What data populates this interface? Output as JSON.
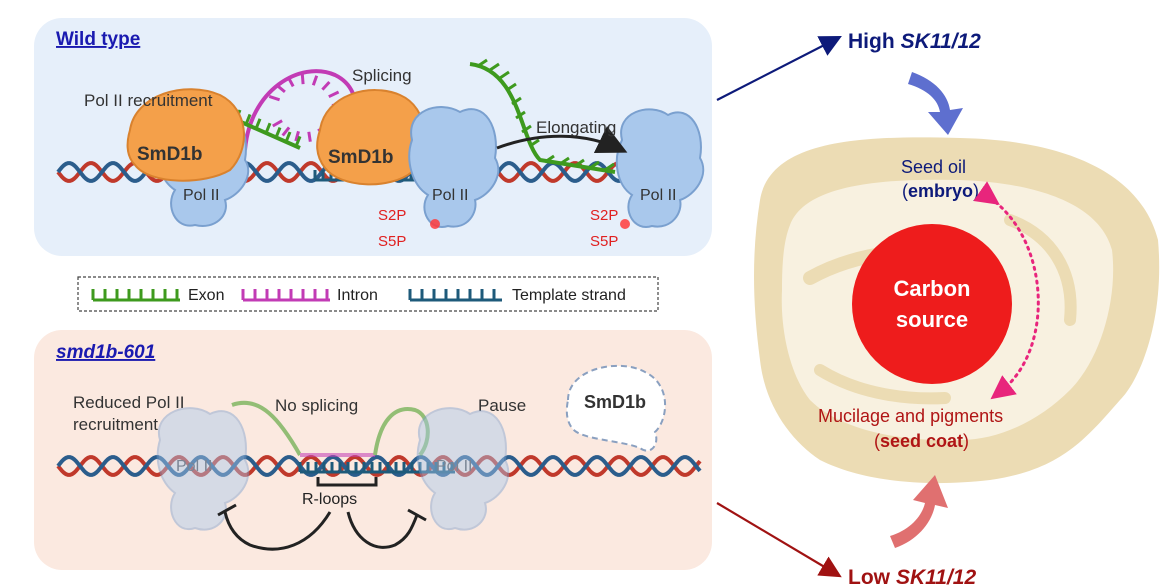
{
  "wild_type": {
    "title": "Wild type",
    "pol2_recruitment": "Pol II recruitment",
    "splicing": "Splicing",
    "elongating": "Elongating",
    "smd1b": "SmD1b",
    "pol2": "Pol II",
    "s2p": "S2P",
    "s5p": "S5P"
  },
  "legend": {
    "exon": "Exon",
    "intron": "Intron",
    "template": "Template strand"
  },
  "mutant": {
    "title": "smd1b-601",
    "reduced_line1": "Reduced Pol II",
    "reduced_line2": "recruitment",
    "no_splicing": "No splicing",
    "pause": "Pause",
    "smd1b": "SmD1b",
    "pol2": "Pol II",
    "rloops": "R-loops"
  },
  "seed": {
    "high_prefix": "High",
    "high_gene": "SK11/12",
    "low_prefix": "Low",
    "low_gene": "SK11/12",
    "oil_line1": "Seed oil",
    "oil_paren_open": "(",
    "oil_embryo": "embryo",
    "oil_paren_close": ")",
    "carbon_line1": "Carbon",
    "carbon_line2": "source",
    "mucilage_line1": "Mucilage and pigments",
    "coat_paren_open": "(",
    "coat": "seed coat",
    "coat_paren_close": ")"
  },
  "colors": {
    "exon": "#3e9a1e",
    "intron": "#c23bb5",
    "template": "#1e5a7a",
    "dna_red": "#c0392b",
    "dna_blue": "#2b5d8c",
    "smd1b_orange": "#f4a04a",
    "pol2_blue": "#a9c8ec",
    "wt_panel": "#e6effa",
    "mut_panel": "#fbe9e0",
    "high_arrow": "#0d1a7a",
    "low_arrow": "#a01212",
    "carbon": "#ee1c1c",
    "seed_outer": "#ecdcb4",
    "seed_inner": "#f8f1e0"
  }
}
